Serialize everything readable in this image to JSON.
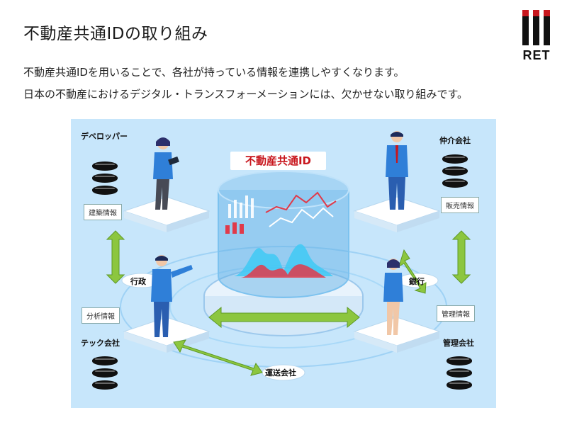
{
  "header": {
    "title": "不動産共通IDの取り組み",
    "logo_text": "RET"
  },
  "body": {
    "paragraph1": "不動産共通IDを用いることで、各社が持っている情報を連携しやすくなります。",
    "paragraph2": "日本の不動産におけるデジタル・トランスフォーメーションには、欠かせない取り組みです。"
  },
  "illustration": {
    "center_title": "不動産共通ID",
    "developer_label": "デベロッパー",
    "broker_label": "仲介会社",
    "tech_label": "テック会社",
    "management_label": "管理会社",
    "admin_label": "行政",
    "bank_label": "銀行",
    "transport_label": "運送会社",
    "card_construction": "建築情報",
    "card_sales": "販売情報",
    "card_analysis": "分析情報",
    "card_management": "管理情報"
  },
  "colors": {
    "logo_red": "#c8171e",
    "title_red": "#c8171e",
    "arrow_green": "#8cc63f",
    "background_blue": "#c7e6fb"
  }
}
